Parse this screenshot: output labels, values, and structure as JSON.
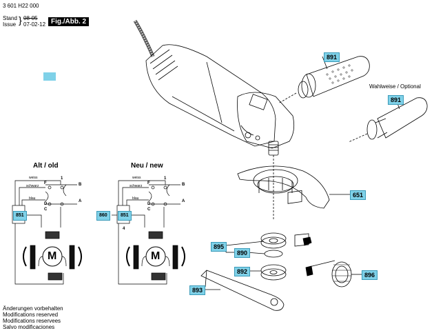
{
  "header": {
    "doc_number": "3 601 H22 000",
    "stand_label": "Stand",
    "issue_label": "Issue",
    "stand_value": "08-05",
    "issue_value": "07-02-12",
    "figure_label": "Fig./Abb. 2"
  },
  "parts": {
    "p891a": "891",
    "p891b": "891",
    "p651": "651",
    "p895": "895",
    "p890": "890",
    "p892": "892",
    "p893": "893",
    "p896": "896",
    "p851a": "851",
    "p851b": "851",
    "p860": "860"
  },
  "optional_note": "Wahlweise / Optional",
  "wiring": {
    "old_title": "Alt / old",
    "new_title": "Neu / new",
    "wire_white": "weiss",
    "wire_black": "schwarz",
    "wire_blue": "blau",
    "term_F": "F",
    "term_D": "D",
    "term_C": "C",
    "term_B": "B",
    "term_A": "A",
    "term_1": "1",
    "term_4": "4",
    "motor_symbol": "M"
  },
  "footer": {
    "line1": "Änderungen vorbehalten",
    "line2": "Modifications reserved",
    "line3": "Modifications reservees",
    "line4": "Salvo modificaciones"
  },
  "colors": {
    "label_bg": "#7fd1e8"
  }
}
